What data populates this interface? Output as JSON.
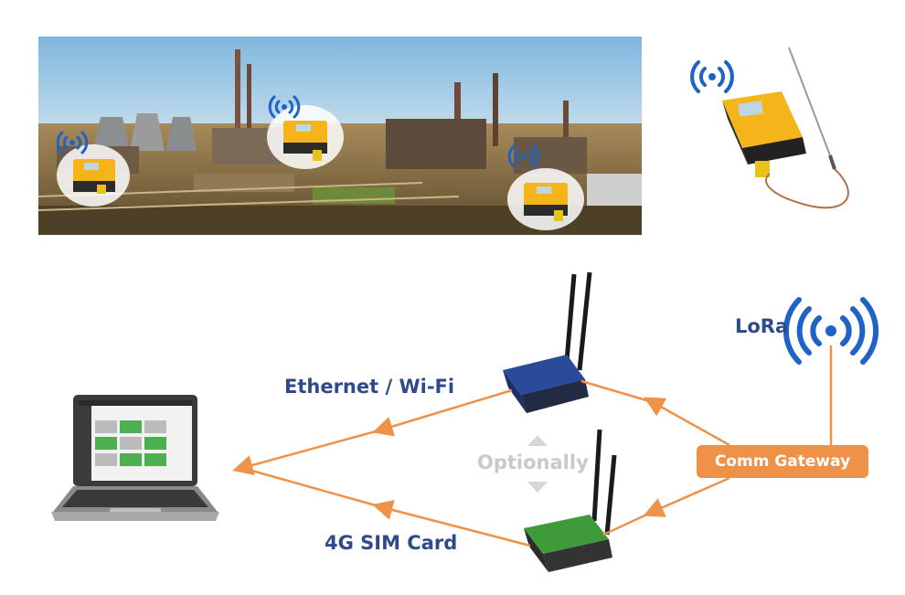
{
  "labels": {
    "ethernet_wifi": "Ethernet / Wi-Fi",
    "sim_card": "4G SIM Card",
    "lora": "LoRa",
    "optionally": "Optionally",
    "comm_gateway": "Comm Gateway"
  },
  "icons": [
    "wifi-icon",
    "lora-signal-icon",
    "arrow-up-icon",
    "arrow-down-icon"
  ],
  "colors": {
    "label_blue": "#2f4a8c",
    "flow_orange": "#ef9247",
    "signal_blue": "#1e63c5",
    "sensor_yellow": "#f4b41a",
    "router_blue": "#2a4a9a",
    "router_green": "#3f9a3a",
    "optional_gray": "#c9c9c9"
  }
}
